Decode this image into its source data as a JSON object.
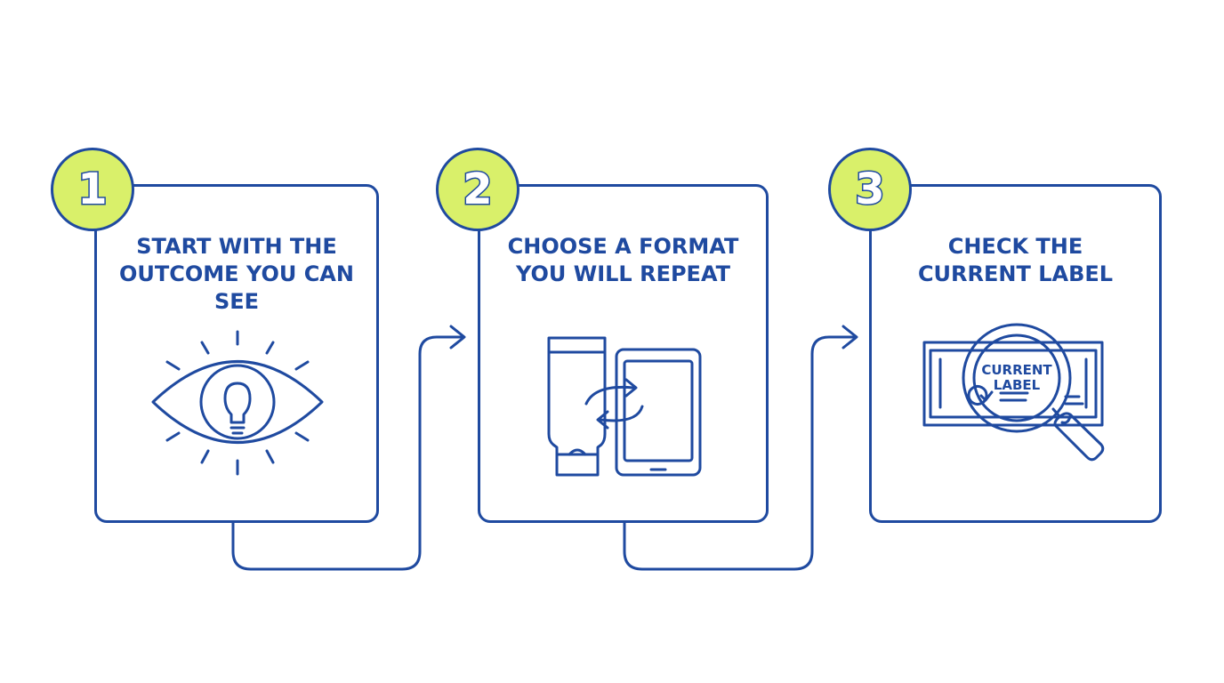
{
  "steps": [
    {
      "number": "1",
      "title": "START WITH THE\nOUTCOME YOU CAN\nSEE",
      "icon": "eye-lightbulb-icon"
    },
    {
      "number": "2",
      "title": "CHOOSE A FORMAT\nYOU WILL REPEAT",
      "icon": "tube-tablet-swap-icon"
    },
    {
      "number": "3",
      "title": "CHECK THE\nCURRENT LABEL",
      "icon": "magnifier-label-icon",
      "icon_text": "CURRENT\nLABEL",
      "icon_text_lines": [
        "CURRENT",
        "LABEL"
      ]
    }
  ],
  "colors": {
    "stroke": "#1f4aa0",
    "badge_fill": "#d9f06a",
    "background": "#ffffff"
  }
}
